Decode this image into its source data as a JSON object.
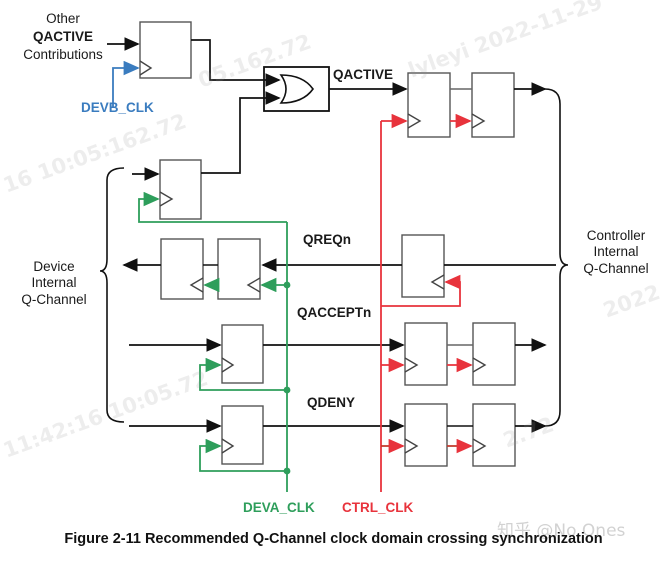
{
  "figure": {
    "caption": "Figure 2-11 Recommended Q-Channel clock domain crossing synchronization",
    "watermark": "知乎 @No Ones",
    "bg_watermarks": [
      "05.162.72",
      "lyleyi 2022-11-29",
      "16 10:05:162.72",
      "11:42:16 10:05.72",
      "2022",
      "2.72"
    ]
  },
  "labels": {
    "other_qactive_1": "Other",
    "other_qactive_2": "QACTIVE",
    "other_qactive_3": "Contributions",
    "qactive": "QACTIVE",
    "qreqn": "QREQn",
    "qacceptn": "QACCEPTn",
    "qdeny": "QDENY",
    "device_group": "Device\nInternal\nQ-Channel",
    "controller_group": "Controller\nInternal\nQ-Channel"
  },
  "clocks": [
    {
      "name": "DEVB_CLK",
      "color": "#3a7cbf",
      "domain": "device-b"
    },
    {
      "name": "DEVA_CLK",
      "color": "#2e9e5b",
      "domain": "device-a"
    },
    {
      "name": "CTRL_CLK",
      "color": "#e8333c",
      "domain": "controller"
    }
  ],
  "colors": {
    "wire": "#111111",
    "box": "#555555",
    "devb_clk": "#3a7cbf",
    "deva_clk": "#2e9e5b",
    "ctrl_clk": "#e8333c",
    "gate": "#111111",
    "background": "#ffffff"
  },
  "blocks": {
    "or_gate": {
      "name": "or-gate",
      "inputs": 2,
      "output_signal": "QACTIVE"
    },
    "flipflops": [
      {
        "name": "ff-qactive-devb",
        "domain": "device-b",
        "clock": "DEVB_CLK"
      },
      {
        "name": "ff-qactive-deva",
        "domain": "device-a",
        "clock": "DEVA_CLK"
      },
      {
        "name": "ff-qactive-ctrl-1",
        "domain": "controller",
        "clock": "CTRL_CLK"
      },
      {
        "name": "ff-qactive-ctrl-2",
        "domain": "controller",
        "clock": "CTRL_CLK"
      },
      {
        "name": "ff-qreqn-dev-1",
        "domain": "device-a",
        "clock": "DEVA_CLK"
      },
      {
        "name": "ff-qreqn-dev-2",
        "domain": "device-a",
        "clock": "DEVA_CLK"
      },
      {
        "name": "ff-qreqn-ctrl",
        "domain": "controller",
        "clock": "CTRL_CLK"
      },
      {
        "name": "ff-qacceptn-dev",
        "domain": "device-a",
        "clock": "DEVA_CLK"
      },
      {
        "name": "ff-qacceptn-ctrl-1",
        "domain": "controller",
        "clock": "CTRL_CLK"
      },
      {
        "name": "ff-qacceptn-ctrl-2",
        "domain": "controller",
        "clock": "CTRL_CLK"
      },
      {
        "name": "ff-qdeny-dev",
        "domain": "device-a",
        "clock": "DEVA_CLK"
      },
      {
        "name": "ff-qdeny-ctrl-1",
        "domain": "controller",
        "clock": "CTRL_CLK"
      },
      {
        "name": "ff-qdeny-ctrl-2",
        "domain": "controller",
        "clock": "CTRL_CLK"
      }
    ]
  }
}
